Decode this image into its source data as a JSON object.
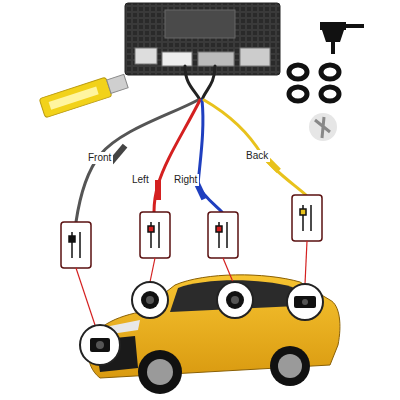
{
  "diagram": {
    "labels": [
      "Front",
      "Left",
      "Right",
      "Back"
    ]
  }
}
